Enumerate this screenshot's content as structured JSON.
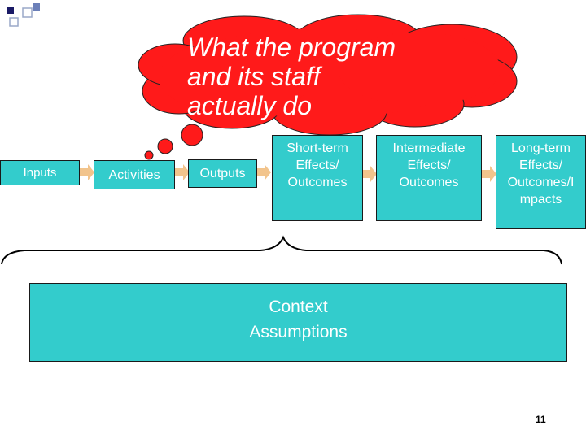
{
  "cloud_text": "What the program\n  and its staff\n  actually do",
  "boxes": [
    {
      "label": "Inputs"
    },
    {
      "label": "Activities"
    },
    {
      "label": "Outputs"
    },
    {
      "label": "Short-term\nEffects/\nOutcomes"
    },
    {
      "label": "Intermediate\nEffects/\nOutcomes"
    },
    {
      "label": "Long-term\nEffects/\nOutcomes/I\nmpacts"
    }
  ],
  "context": {
    "line1": "Context",
    "line2": "Assumptions"
  },
  "page_number": "11",
  "colors": {
    "box_fill": "#33cccc",
    "cloud_fill": "#ff1a1a",
    "arrow_fill": "#f2c48c",
    "corner_square": "#1a1a66"
  }
}
